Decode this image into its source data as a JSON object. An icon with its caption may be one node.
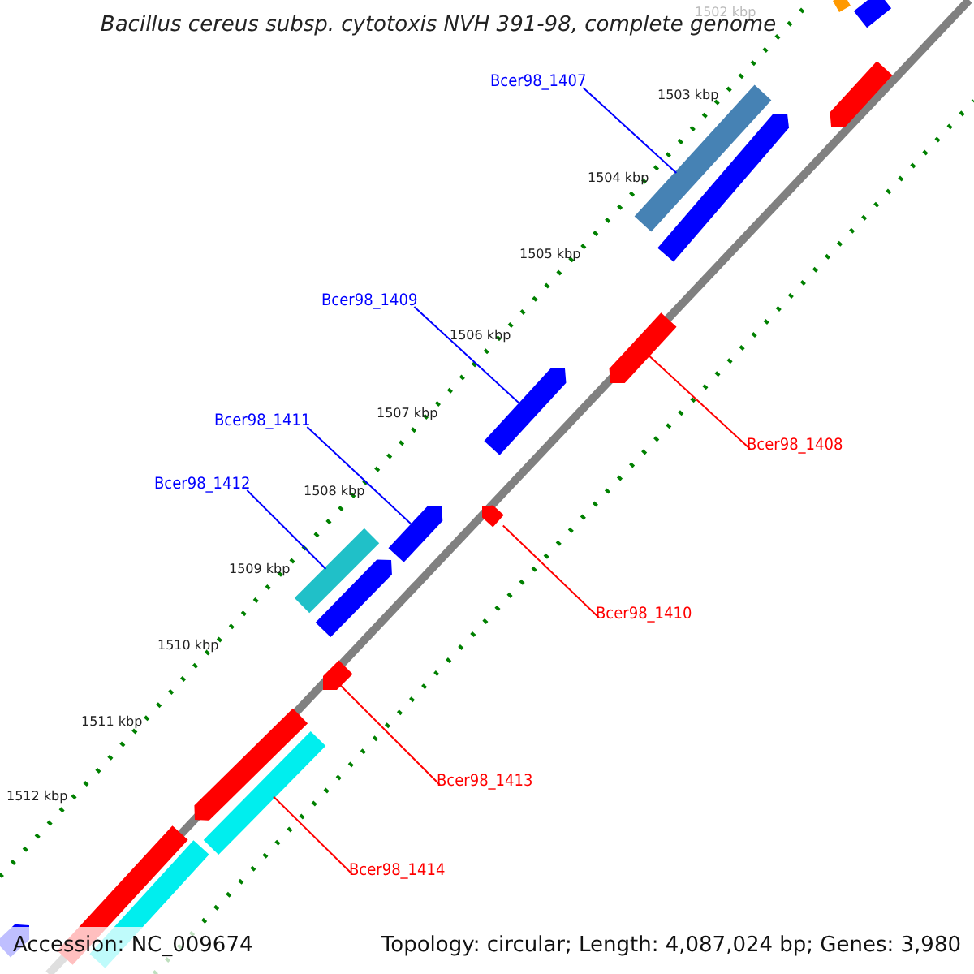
{
  "diagram": {
    "title": "Bacillus cereus subsp. cytotoxis NVH 391-98, complete genome",
    "nodes": [
      {
        "text": [
          "Bcer98_1407"
        ]
      },
      {
        "text": [],
        "shape": "bar"
      },
      {
        "text": [
          "Bcer98_1409"
        ]
      },
      {
        "text": [],
        "shape": "bar"
      },
      {
        "text": [
          "Bcer98_1408"
        ]
      },
      {
        "text": [],
        "shape": "bar"
      },
      {
        "text": [
          "Bcer98_1411"
        ]
      },
      {
        "text": [],
        "shape": "bar"
      },
      {
        "text": [
          "Bcer98_1412"
        ]
      },
      {
        "text": [],
        "shape": "bar"
      },
      {
        "text": [
          "Bcer98_1410"
        ]
      },
      {
        "text": [],
        "shape": "bar"
      },
      {
        "text": [
          "Bcer98_1413"
        ]
      },
      {
        "text": [],
        "shape": "bar"
      },
      {
        "text": [
          "Bcer98_1414"
        ]
      },
      {
        "text": [],
        "shape": "bar"
      },
      {
        "text": [],
        "shape": "bar"
      },
      {
        "text": [],
        "shape": "bar"
      },
      {
        "text": [],
        "shape": "bar"
      },
      {
        "text": [],
        "shape": "bar"
      },
      {
        "text": [],
        "shape": "bar"
      },
      {
        "text": [],
        "shape": "bar"
      },
      {
        "text": [],
        "shape": "bar"
      },
      {
        "text": [],
        "shape": "bar"
      },
      {
        "text": [],
        "shape": "bar"
      }
    ],
    "edges": [
      {
        "from": 0,
        "to": 1,
        "arrow": "none"
      },
      {
        "from": 2,
        "to": 3,
        "arrow": "none"
      },
      {
        "from": 4,
        "to": 5,
        "arrow": "none",
        "color": "#ff0000"
      },
      {
        "from": 6,
        "to": 7,
        "arrow": "none"
      },
      {
        "from": 8,
        "to": 9,
        "arrow": "none"
      },
      {
        "from": 10,
        "to": 11,
        "arrow": "none",
        "color": "#ff0000"
      },
      {
        "from": 12,
        "to": 13,
        "arrow": "none",
        "color": "#ff0000"
      },
      {
        "from": 14,
        "to": 15,
        "arrow": "none",
        "color": "#ff0000"
      }
    ],
    "labels": [
      "1502 kbp",
      "1503 kbp",
      "1504 kbp",
      "1505 kbp",
      "1506 kbp",
      "1507 kbp",
      "1508 kbp",
      "1509 kbp",
      "1510 kbp",
      "1511 kbp",
      "1512 kbp",
      "Accession: NC_009674",
      "Topology: circular; Length: 4,087,024 bp; Genes: 3,980"
    ]
  }
}
